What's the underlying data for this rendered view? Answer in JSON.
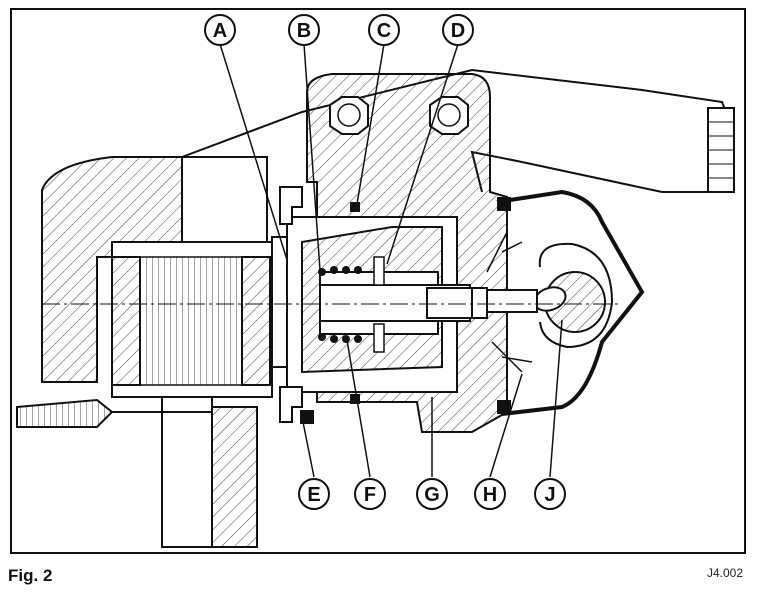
{
  "figure": {
    "label": "Fig. 2",
    "reference_code": "J4.002"
  },
  "callouts": {
    "top": [
      "A",
      "B",
      "C",
      "D"
    ],
    "bottom": [
      "E",
      "F",
      "G",
      "H",
      "J"
    ]
  },
  "colors": {
    "line": "#111111",
    "hatch": "#444444",
    "background": "#ffffff"
  }
}
